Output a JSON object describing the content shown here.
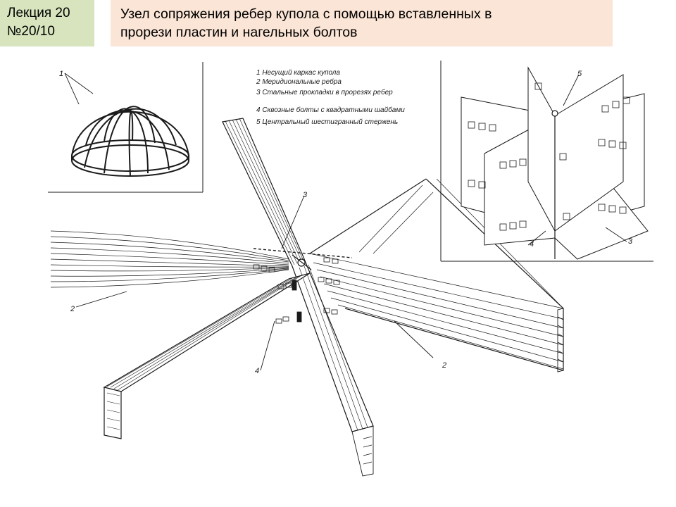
{
  "header": {
    "lecture_line1": "Лекция 20",
    "lecture_line2": "№20/10",
    "title_line1": "Узел сопряжения ребер купола с помощью вставленных в",
    "title_line2": "прорези пластин и нагельных болтов"
  },
  "legend": [
    "1  Несущий каркас купола",
    "2  Меридиональные ребра",
    "3  Стальные прокладки в прорезях ребер",
    "4  Сквозные болты с квадратными шайбами",
    "5  Центральный шестигранный стержень"
  ],
  "callouts": {
    "dome_frame": "1",
    "rib_left": "2",
    "rib_right": "2",
    "plate": "3",
    "bolt": "4",
    "detail_rod": "5",
    "detail_bolt": "4",
    "detail_plate": "3"
  },
  "colors": {
    "lecture_bg": "#d7e4bd",
    "title_bg": "#fbe5d6",
    "line": "#1a1a1a"
  }
}
